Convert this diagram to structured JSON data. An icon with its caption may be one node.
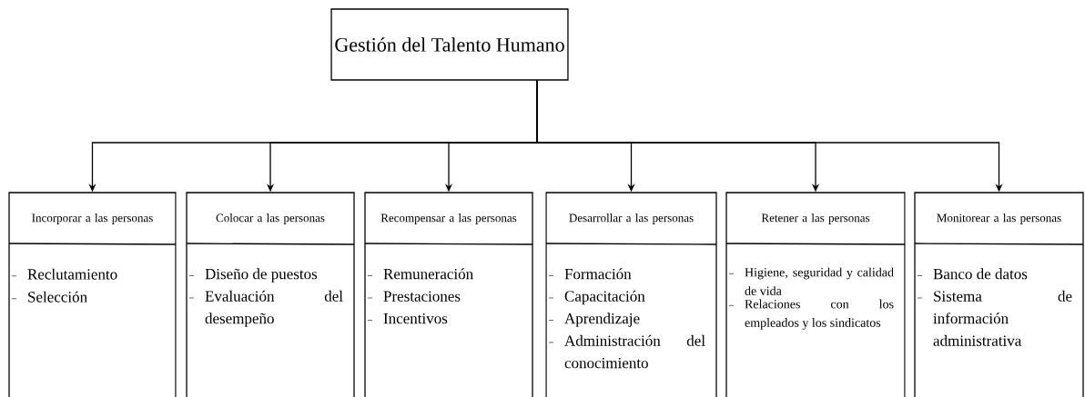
{
  "diagram": {
    "nodes": [
      {
        "text": [
          "Gestión del Talento Humano"
        ]
      },
      {
        "text": [
          "Incorporar a las personas",
          "Reclutamiento",
          "Selección"
        ]
      },
      {
        "text": [
          "Colocar a las personas",
          "Diseño de puestos",
          "Evaluación del desempeño"
        ]
      },
      {
        "text": [
          "Recompensar a las personas",
          "Remuneración",
          "Prestaciones",
          "Incentivos"
        ]
      },
      {
        "text": [
          "Desarrollar a las personas",
          "Formación",
          "Capacitación",
          "Aprendizaje",
          "Administración del conocimiento"
        ]
      },
      {
        "text": [
          "Retener a las personas",
          "Higiene, seguridad y calidad de vida",
          "Relaciones con los empleados y los sindicatos"
        ]
      },
      {
        "text": [
          "Monitorear a las personas",
          "Banco de datos",
          "Sistema de información administrativa"
        ]
      }
    ],
    "edges": [
      {
        "from": 0,
        "to": 1,
        "arrow": "to"
      },
      {
        "from": 0,
        "to": 2,
        "arrow": "to"
      },
      {
        "from": 0,
        "to": 3,
        "arrow": "to"
      },
      {
        "from": 0,
        "to": 4,
        "arrow": "to"
      },
      {
        "from": 0,
        "to": 5,
        "arrow": "to"
      },
      {
        "from": 0,
        "to": 6,
        "arrow": "to"
      }
    ]
  }
}
